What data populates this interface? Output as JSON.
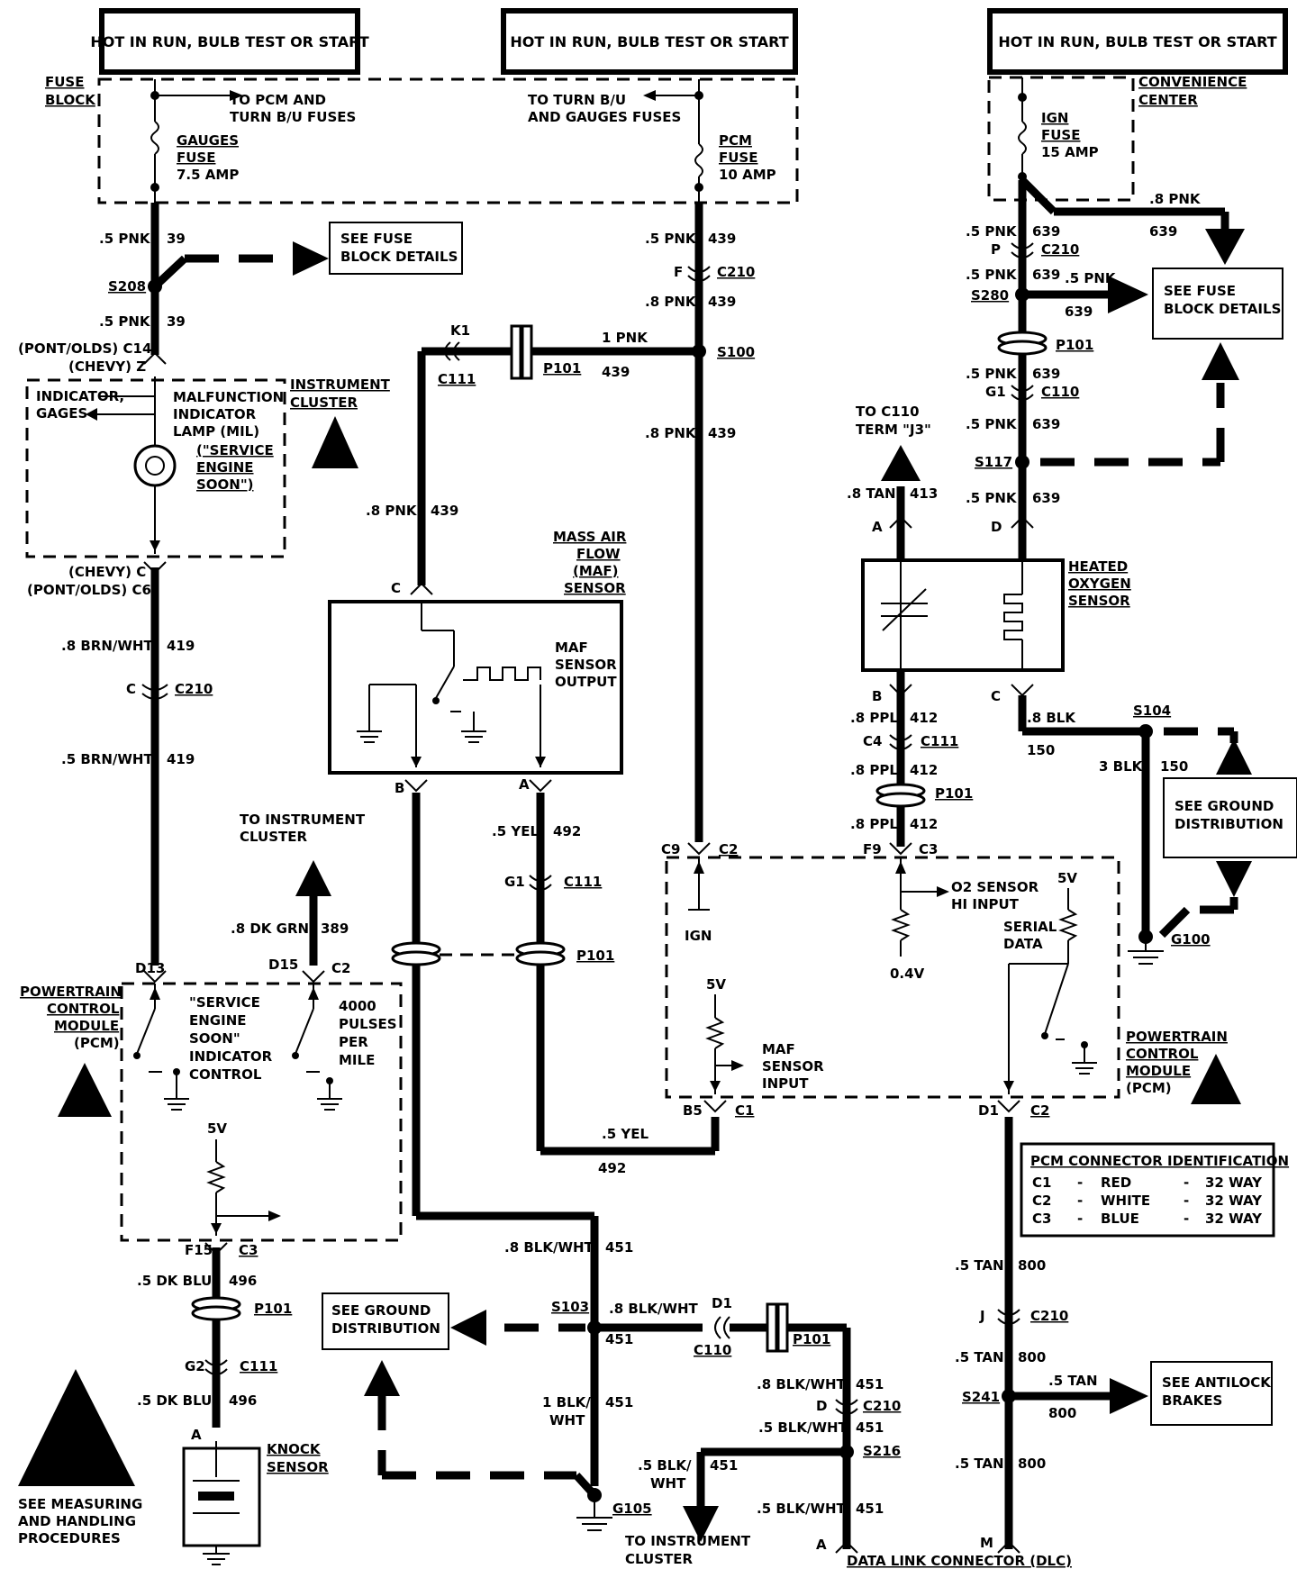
{
  "headers": [
    "HOT IN RUN, BULB TEST OR START",
    "HOT IN RUN, BULB TEST OR START",
    "HOT IN RUN, BULB TEST OR START"
  ],
  "fuse_block": {
    "label": [
      "FUSE",
      "BLOCK"
    ],
    "gauges_fuse": [
      "GAUGES",
      "FUSE",
      "7.5 AMP"
    ],
    "pcm_fuse": [
      "PCM",
      "FUSE",
      "10 AMP"
    ],
    "to_pcm": [
      "TO PCM AND",
      "TURN B/U FUSES"
    ],
    "to_turn": [
      "TO TURN B/U",
      "AND GAUGES FUSES"
    ]
  },
  "convenience_center": {
    "label": [
      "CONVENIENCE",
      "CENTER"
    ],
    "ign_fuse": [
      "IGN",
      "FUSE",
      "15 AMP"
    ]
  },
  "boxes": {
    "see_fuse_1": [
      "SEE FUSE",
      "BLOCK DETAILS"
    ],
    "see_fuse_2": [
      "SEE FUSE",
      "BLOCK DETAILS"
    ],
    "see_ground_1": [
      "SEE GROUND",
      "DISTRIBUTION"
    ],
    "see_ground_2": [
      "SEE GROUND",
      "DISTRIBUTION"
    ],
    "see_abs": [
      "SEE ANTILOCK",
      "BRAKES"
    ]
  },
  "instrument_cluster": {
    "label": [
      "INSTRUMENT",
      "CLUSTER"
    ],
    "mil": [
      "MALFUNCTION",
      "INDICATOR",
      "LAMP (MIL)",
      "(\"SERVICE",
      "ENGINE",
      "SOON\")"
    ],
    "ind": [
      "INDICATOR,",
      "GAGES"
    ],
    "top_conn": [
      "(PONT/OLDS) C14",
      "(CHEVY) Z"
    ],
    "bot_conn": [
      "(CHEVY) C",
      "(PONT/OLDS) C6"
    ]
  },
  "maf": {
    "label": [
      "MASS AIR",
      "FLOW",
      "(MAF)",
      "SENSOR"
    ],
    "output": [
      "MAF",
      "SENSOR",
      "OUTPUT"
    ]
  },
  "o2": {
    "label": [
      "HEATED",
      "OXYGEN",
      "SENSOR"
    ],
    "to_c110": [
      "TO C110",
      "TERM \"J3\""
    ]
  },
  "pcm": {
    "label": [
      "POWERTRAIN",
      "CONTROL",
      "MODULE",
      "(PCM)"
    ],
    "ses": [
      "\"SERVICE",
      "ENGINE",
      "SOON\"",
      "INDICATOR",
      "CONTROL"
    ],
    "pulses": [
      "4000",
      "PULSES",
      "PER",
      "MILE"
    ],
    "ign": "IGN",
    "maf_input": [
      "MAF",
      "SENSOR",
      "INPUT"
    ],
    "o2_input": [
      "O2 SENSOR",
      "HI INPUT"
    ],
    "serial": [
      "SERIAL",
      "DATA"
    ],
    "v04": "0.4V",
    "v5": "5V"
  },
  "pcm_conn_id": {
    "title": "PCM CONNECTOR IDENTIFICATION",
    "rows": [
      [
        "C1",
        "-",
        "RED",
        "-",
        "32 WAY"
      ],
      [
        "C2",
        "-",
        "WHITE",
        "-",
        "32 WAY"
      ],
      [
        "C3",
        "-",
        "BLUE",
        "-",
        "32 WAY"
      ]
    ]
  },
  "to_instrument_cluster": [
    "TO INSTRUMENT",
    "CLUSTER"
  ],
  "knock": [
    "KNOCK",
    "SENSOR"
  ],
  "dlc": "DATA LINK CONNECTOR (DLC)",
  "esd_note": [
    "SEE MEASURING",
    "AND HANDLING",
    "PROCEDURES"
  ],
  "wires": [
    [
      ".5 PNK",
      "39"
    ],
    [
      ".5 PNK",
      "39"
    ],
    [
      ".8 BRN/WHT",
      "419"
    ],
    [
      ".5 BRN/WHT",
      "419"
    ],
    [
      ".5 DK BLU",
      "496"
    ],
    [
      ".5 DK BLU",
      "496"
    ],
    [
      ".8 DK GRN",
      "389"
    ],
    [
      ".5 PNK",
      "439"
    ],
    [
      ".8 PNK",
      "439"
    ],
    [
      "1 PNK",
      "439"
    ],
    [
      ".8 PNK",
      "439"
    ],
    [
      ".8 PNK",
      "439"
    ],
    [
      ".5 YEL",
      "492"
    ],
    [
      ".5 YEL",
      "492"
    ],
    [
      ".8 BLK/WHT",
      "451"
    ],
    [
      ".8 BLK/WHT",
      "451"
    ],
    [
      "1 BLK/",
      "451"
    ],
    [
      ".8 BLK/WHT",
      "451"
    ],
    [
      ".5 BLK/WHT",
      "451"
    ],
    [
      ".5 BLK/",
      "451"
    ],
    [
      ".5 BLK/WHT",
      "451"
    ],
    [
      ".8 PNK",
      "639"
    ],
    [
      ".5 PNK",
      "639"
    ],
    [
      ".5 PNK",
      "639"
    ],
    [
      ".5 PNK",
      "639"
    ],
    [
      ".5 PNK",
      "639"
    ],
    [
      ".5 PNK",
      "639"
    ],
    [
      ".5 PNK",
      "639"
    ],
    [
      ".8 TAN",
      "413"
    ],
    [
      ".8 PPL",
      "412"
    ],
    [
      ".8 PPL",
      "412"
    ],
    [
      ".8 PPL",
      "412"
    ],
    [
      ".8 BLK",
      "150"
    ],
    [
      "3 BLK",
      "150"
    ],
    [
      ".5 TAN",
      "800"
    ],
    [
      ".5 TAN",
      "800"
    ],
    [
      ".5 TAN",
      "800"
    ],
    [
      ".5 TAN",
      "800"
    ]
  ],
  "splices": [
    "S208",
    "S100",
    "S280",
    "S117",
    "S104",
    "S103",
    "S216",
    "S241"
  ],
  "grounds": [
    "G100",
    "G105"
  ],
  "connectors": [
    "C210",
    "C111",
    "C110",
    "P101",
    "C1",
    "C2",
    "C3"
  ],
  "pins": [
    "K1",
    "C",
    "B",
    "A",
    "F",
    "P",
    "G1",
    "D",
    "C4",
    "F9",
    "C9",
    "D13",
    "D15",
    "F15",
    "G2",
    "B5",
    "D1",
    "J",
    "M"
  ]
}
